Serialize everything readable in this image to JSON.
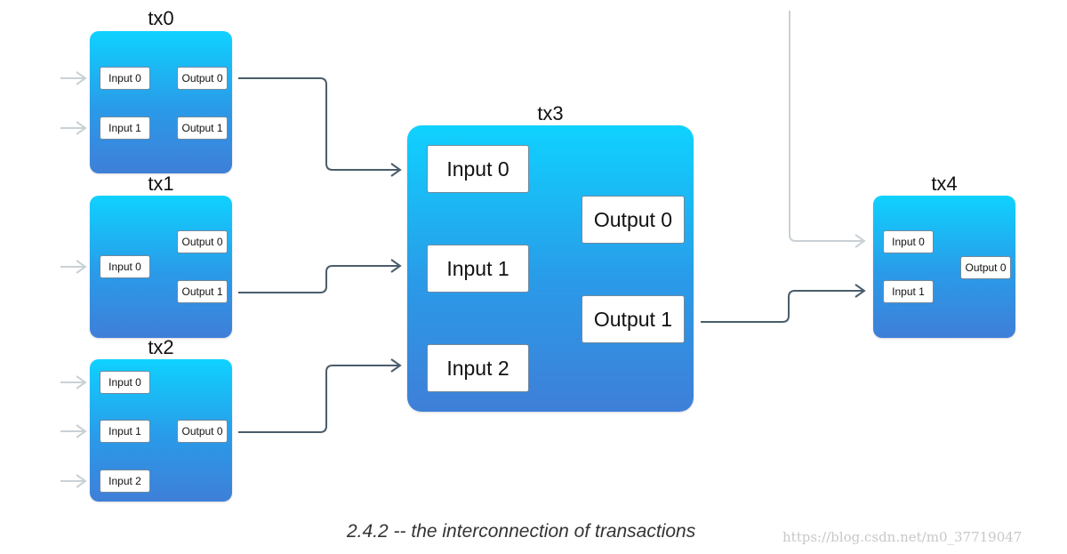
{
  "transactions": [
    {
      "id": "tx0",
      "title": "tx0",
      "inputs": [
        "Input 0",
        "Input 1"
      ],
      "outputs": [
        "Output 0",
        "Output 1"
      ]
    },
    {
      "id": "tx1",
      "title": "tx1",
      "inputs": [
        "Input 0"
      ],
      "outputs": [
        "Output 0",
        "Output 1"
      ]
    },
    {
      "id": "tx2",
      "title": "tx2",
      "inputs": [
        "Input 0",
        "Input 1",
        "Input 2"
      ],
      "outputs": [
        "Output 0"
      ]
    },
    {
      "id": "tx3",
      "title": "tx3",
      "inputs": [
        "Input 0",
        "Input 1",
        "Input 2"
      ],
      "outputs": [
        "Output 0",
        "Output 1"
      ]
    },
    {
      "id": "tx4",
      "title": "tx4",
      "inputs": [
        "Input 0",
        "Input 1"
      ],
      "outputs": [
        "Output 0"
      ]
    }
  ],
  "connections": [
    {
      "from": "tx0.Output 0",
      "to": "tx3.Input 0"
    },
    {
      "from": "tx1.Output 1",
      "to": "tx3.Input 1"
    },
    {
      "from": "tx2.Output 0",
      "to": "tx3.Input 2"
    },
    {
      "from": "tx3.Output 1",
      "to": "tx4.Input 1"
    }
  ],
  "caption": "2.4.2 -- the interconnection of transactions",
  "watermark": "https://blog.csdn.net/m0_37719047",
  "colors": {
    "box_top": "#0fd2ff",
    "box_bottom": "#3f7fd8",
    "wire": "#4a5d6b",
    "faded_wire": "#c9d1d6"
  }
}
